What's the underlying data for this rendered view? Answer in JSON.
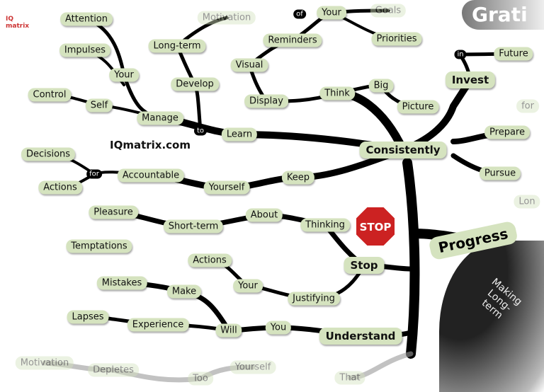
{
  "logo_text": "IQ matrix",
  "brand": "IQmatrix.com",
  "header_fragment": "Grati",
  "stop_sign": "STOP",
  "central_branch": "Progress",
  "branch_caption": [
    "Making",
    "Long-term"
  ],
  "colors": {
    "node_fill": "#d5e3bf",
    "branch": "#000000",
    "stop_sign": "#cc2222"
  },
  "nodes": {
    "attention": "Attention",
    "motivation_top": "Motivation",
    "of": "of",
    "your_goals": "Your",
    "goals": "Goals",
    "priorities": "Priorities",
    "reminders": "Reminders",
    "impulses": "Impulses",
    "long_term": "Long-term",
    "visual": "Visual",
    "your_left": "Your",
    "develop": "Develop",
    "display": "Display",
    "think": "Think",
    "big": "Big",
    "picture": "Picture",
    "control": "Control",
    "self": "Self",
    "manage": "Manage",
    "to": "to",
    "learn": "Learn",
    "consistently": "Consistently",
    "decisions": "Decisions",
    "for_left": "for",
    "accountable": "Accountable",
    "keep": "Keep",
    "yourself": "Yourself",
    "actions_left": "Actions",
    "invest": "Invest",
    "in": "in",
    "future": "Future",
    "for_right": "for",
    "prepare": "Prepare",
    "pursue": "Pursue",
    "lon": "Lon",
    "pleasure": "Pleasure",
    "short_term": "Short-term",
    "about": "About",
    "thinking": "Thinking",
    "temptations": "Temptations",
    "stop": "Stop",
    "actions_mid": "Actions",
    "your_mid": "Your",
    "mistakes": "Mistakes",
    "make": "Make",
    "justifying": "Justifying",
    "lapses": "Lapses",
    "experience": "Experience",
    "will": "Will",
    "you": "You",
    "understand": "Understand",
    "motivation_bottom": "Motivation",
    "depletes": "Depletes",
    "too": "Too",
    "yourself_bottom": "Yourself",
    "that": "That"
  }
}
